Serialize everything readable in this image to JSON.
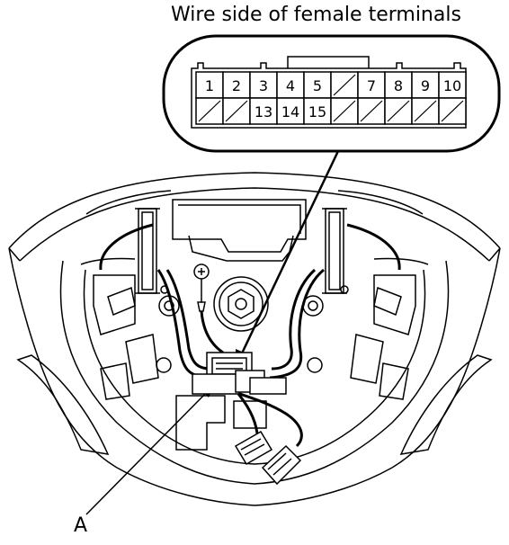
{
  "diagram": {
    "title": "Wire side of female terminals",
    "callout_label": "A",
    "connector": {
      "top_row": [
        "1",
        "2",
        "3",
        "4",
        "5",
        "",
        "7",
        "8",
        "9",
        "10"
      ],
      "bottom_row": [
        "",
        "",
        "13",
        "14",
        "15",
        "",
        "",
        "",
        "",
        ""
      ]
    }
  }
}
